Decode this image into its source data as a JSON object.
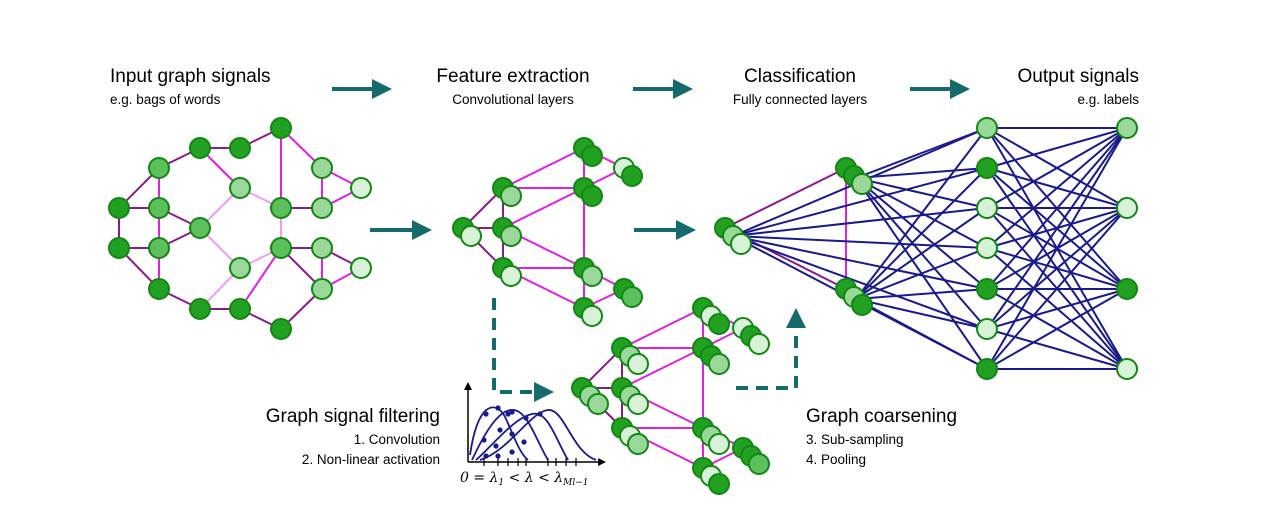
{
  "headings": {
    "input": {
      "title": "Input graph signals",
      "subtitle": "e.g. bags of words"
    },
    "feature": {
      "title": "Feature extraction",
      "subtitle": "Convolutional layers"
    },
    "classification": {
      "title": "Classification",
      "subtitle": "Fully connected layers"
    },
    "output": {
      "title": "Output signals",
      "subtitle": "e.g. labels"
    }
  },
  "filtering": {
    "title": "Graph signal filtering",
    "step1": "1. Convolution",
    "step2": "2. Non-linear activation",
    "axis_formula_prefix": "0 = λ",
    "axis_formula_sub1": "1",
    "axis_formula_mid": " < λ < λ",
    "axis_formula_sub2": "Ml−1"
  },
  "coarsening": {
    "title": "Graph coarsening",
    "step3": "3. Sub-sampling",
    "step4": "4. Pooling"
  },
  "colors": {
    "arrow": "#156b6b",
    "edge_dark": "#8b1a8b",
    "edge_magenta": "#e020e0",
    "edge_light": "#f09ef0",
    "fc_edge": "#1a1a8c",
    "node_dark": "#22a022",
    "node_mid": "#5cc05c",
    "node_light": "#9ad89a",
    "node_pale": "#d8f2d8",
    "node_stroke": "#118811"
  }
}
